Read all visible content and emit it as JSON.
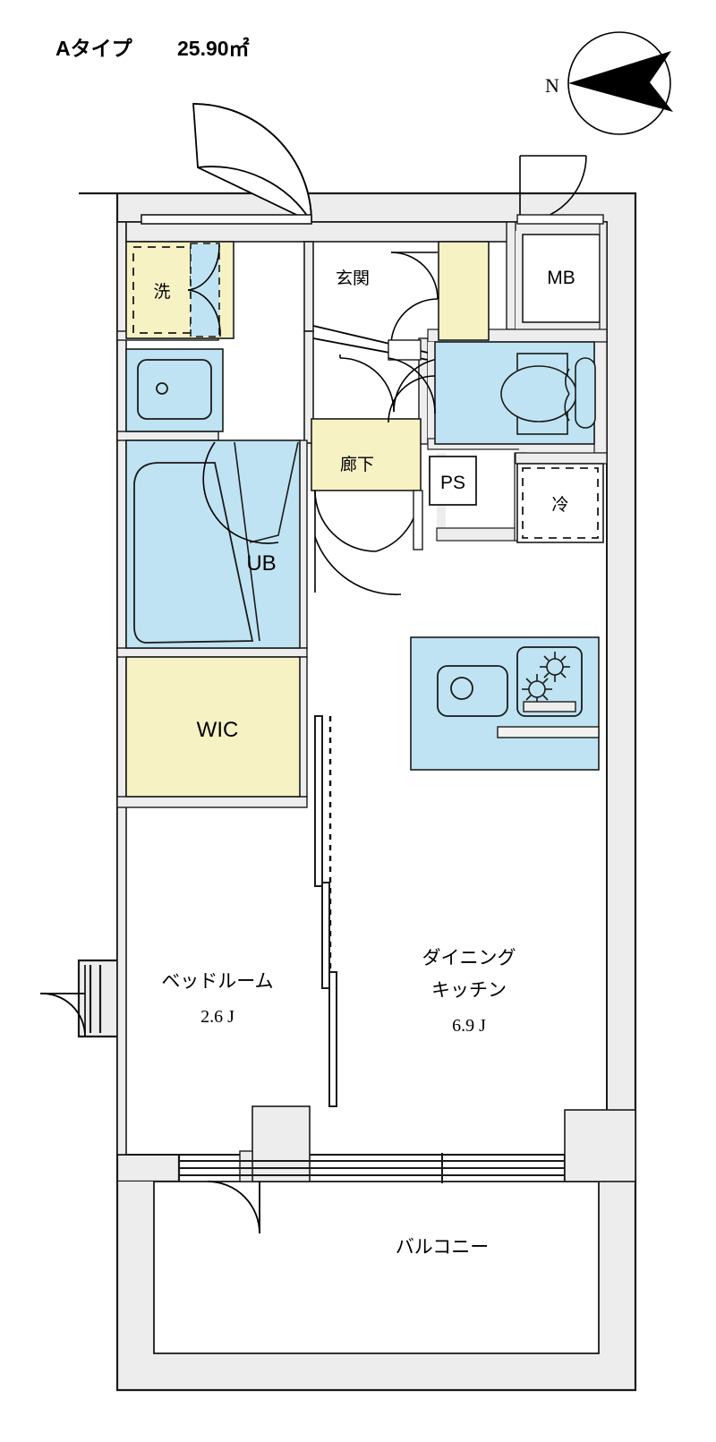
{
  "header": {
    "plan_type": "Aタイプ",
    "area": "25.90㎡"
  },
  "compass": {
    "label": "N",
    "direction": "arrow pointing west-left"
  },
  "rooms": [
    {
      "id": "washer",
      "label": "洗",
      "fill": "#f7f2c4"
    },
    {
      "id": "entrance",
      "label": "玄関",
      "fill": "#ffffff"
    },
    {
      "id": "meterbox",
      "label": "MB",
      "fill": "#ffffff"
    },
    {
      "id": "corridor",
      "label": "廊下",
      "fill": "#f7f2c4"
    },
    {
      "id": "unitbath",
      "label": "UB",
      "fill": "#bfe3f2"
    },
    {
      "id": "pipeshaft",
      "label": "PS",
      "fill": "#ffffff"
    },
    {
      "id": "fridge",
      "label": "冷",
      "fill": "#ffffff"
    },
    {
      "id": "wic",
      "label": "WIC",
      "fill": "#f7f2c4"
    },
    {
      "id": "bedroom",
      "label": "ベッドルーム",
      "area": "2.6 J",
      "fill": "#ffffff"
    },
    {
      "id": "dk",
      "label_line1": "ダイニング",
      "label_line2": "キッチン",
      "area": "6.9 J",
      "fill": "#ffffff"
    },
    {
      "id": "balcony",
      "label": "バルコニー",
      "fill": "#ffffff"
    }
  ],
  "colors": {
    "wall": "#ededed",
    "wall_stroke": "#1a1a1a",
    "water": "#bfe3f2",
    "storage": "#f7f2c4",
    "line": "#000000",
    "floor": "#ffffff"
  }
}
